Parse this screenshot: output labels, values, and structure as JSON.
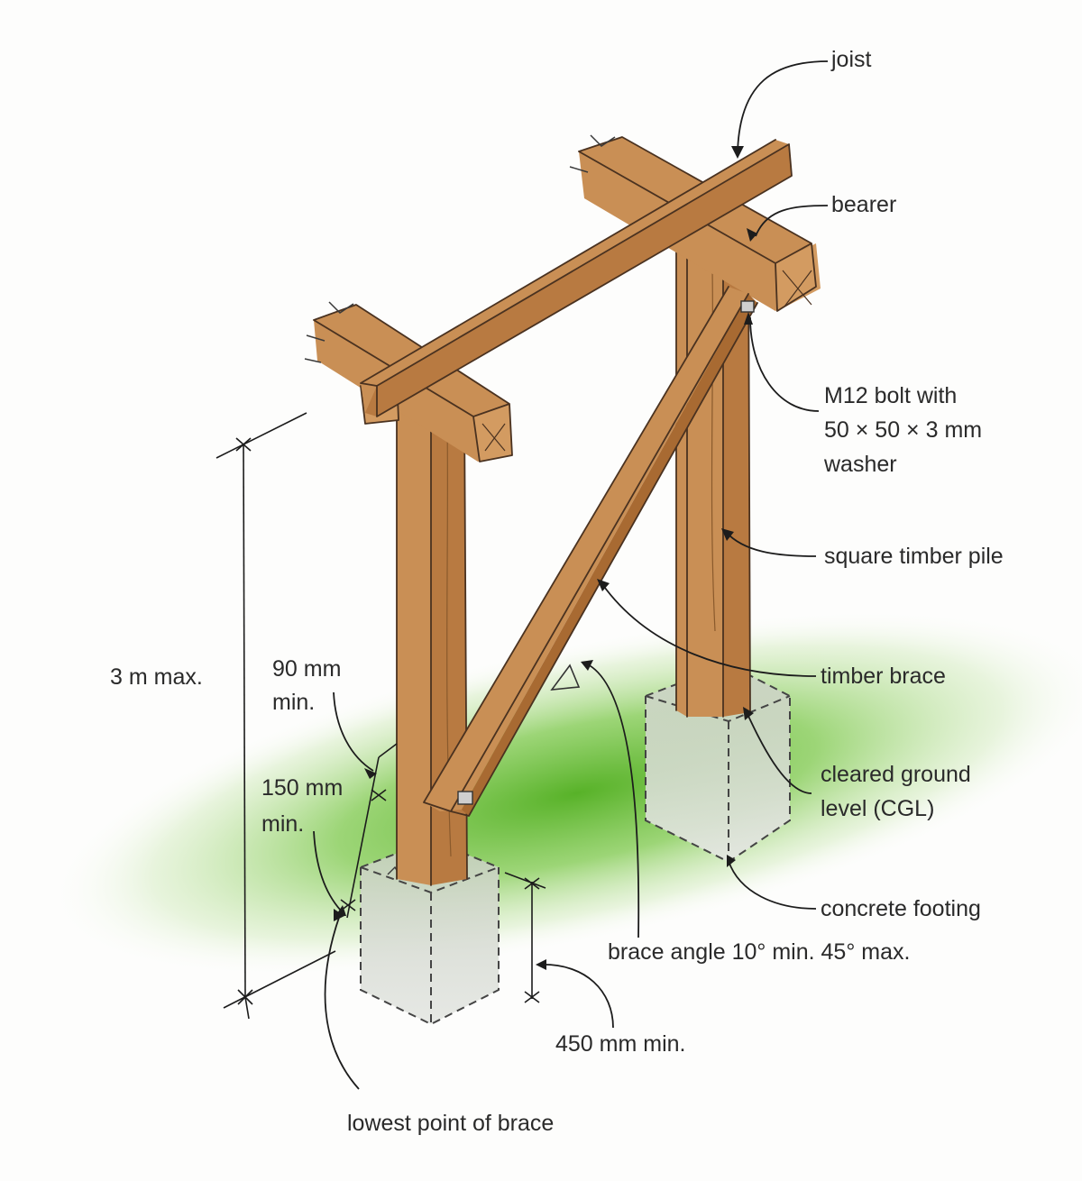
{
  "labels": {
    "joist": "joist",
    "bearer": "bearer",
    "bolt_line1": "M12 bolt with",
    "bolt_line2": "50 × 50 × 3 mm",
    "bolt_line3": "washer",
    "pile": "square timber pile",
    "brace": "timber brace",
    "cgl_line1": "cleared ground",
    "cgl_line2": "level (CGL)",
    "footing": "concrete footing",
    "brace_angle": "brace angle 10° min. 45° max.",
    "height": "3 m max.",
    "d90_line1": "90 mm",
    "d90_line2": "min.",
    "d150_line1": "150 mm",
    "d150_line2": "min.",
    "d450": "450 mm min.",
    "lowest_point": "lowest point of brace"
  },
  "colors": {
    "timber": "#c98f55",
    "timber_dark": "#a86a32",
    "timber_light": "#dba874",
    "ground": "#6fbf3a",
    "concrete": "#d6d9d2",
    "concrete_dark": "#c3c7bf",
    "ink": "#1c1c1c"
  }
}
